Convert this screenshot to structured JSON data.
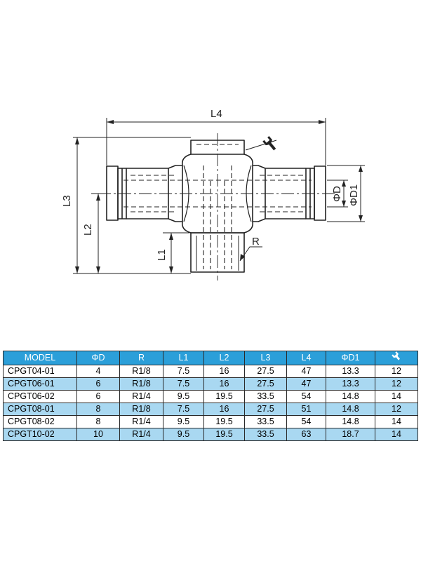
{
  "drawing": {
    "labels": {
      "l4": "L4",
      "l3": "L3",
      "l2": "L2",
      "l1": "L1",
      "r": "R",
      "phi_d": "ΦD",
      "phi_d1": "ΦD1"
    },
    "wrench_icon": "wrench-icon"
  },
  "table": {
    "headers": [
      "MODEL",
      "ΦD",
      "R",
      "L1",
      "L2",
      "L3",
      "L4",
      "ΦD1",
      "wrench-icon"
    ],
    "rows": [
      [
        "CPGT04-01",
        "4",
        "R1/8",
        "7.5",
        "16",
        "27.5",
        "47",
        "13.3",
        "12"
      ],
      [
        "CPGT06-01",
        "6",
        "R1/8",
        "7.5",
        "16",
        "27.5",
        "47",
        "13.3",
        "12"
      ],
      [
        "CPGT06-02",
        "6",
        "R1/4",
        "9.5",
        "19.5",
        "33.5",
        "54",
        "14.8",
        "14"
      ],
      [
        "CPGT08-01",
        "8",
        "R1/8",
        "7.5",
        "16",
        "27.5",
        "51",
        "14.8",
        "12"
      ],
      [
        "CPGT08-02",
        "8",
        "R1/4",
        "9.5",
        "19.5",
        "33.5",
        "54",
        "14.8",
        "14"
      ],
      [
        "CPGT10-02",
        "10",
        "R1/4",
        "9.5",
        "19.5",
        "33.5",
        "63",
        "18.7",
        "14"
      ]
    ]
  },
  "colors": {
    "header_bg": "#2b9fd9",
    "row_alt_bg": "#a9d8f1",
    "line": "#222222"
  }
}
